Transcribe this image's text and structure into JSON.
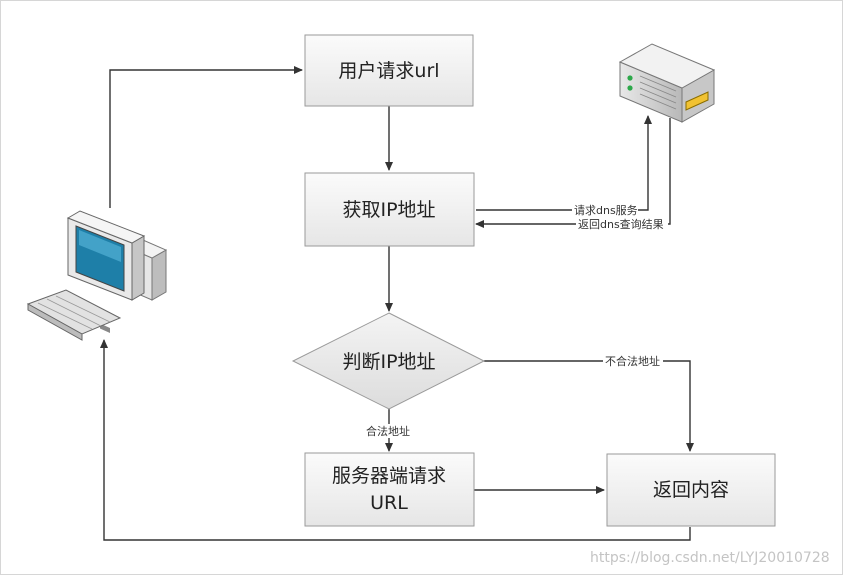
{
  "diagram": {
    "nodes": {
      "user_request": "用户请求url",
      "get_ip": "获取IP地址",
      "judge_ip": "判断IP地址",
      "server_request_line1": "服务器端请求",
      "server_request_line2": "URL",
      "return_content": "返回内容"
    },
    "edge_labels": {
      "request_dns": "请求dns服务",
      "return_dns": "返回dns查询结果",
      "illegal": "不合法地址",
      "legal": "合法地址"
    },
    "icons": [
      "computer-icon",
      "server-icon"
    ]
  },
  "watermark": "https://blog.csdn.net/LYJ20010728"
}
